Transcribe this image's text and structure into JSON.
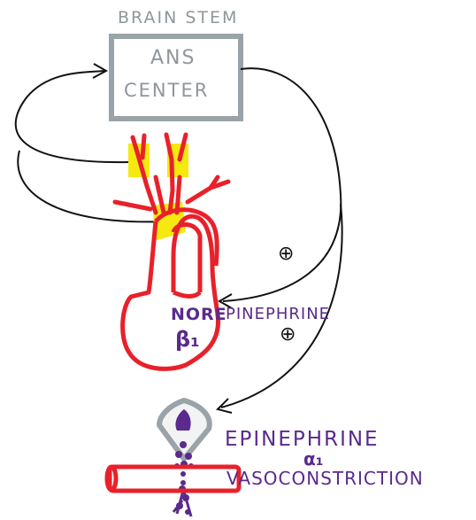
{
  "header": {
    "region_label": "BRAIN STEM"
  },
  "center_box": {
    "line1": "ANS",
    "line2": "CENTER"
  },
  "signals": {
    "plus_upper": "⊕",
    "plus_lower": "⊕"
  },
  "heart": {
    "neurotransmitter_prefix": "NORE",
    "neurotransmitter_suffix": "PINEPHRINE",
    "receptor": "β₁"
  },
  "adrenal": {
    "hormone": "EPINEPHRINE",
    "receptor": "α₁",
    "effect": "VASOCONSTRICTION"
  },
  "colors": {
    "box_border": "#9aa3a8",
    "box_text": "#8f979b",
    "artery_red": "#e8212a",
    "baroreceptor_yellow": "#f5e90f",
    "nerve_black": "#111111",
    "drug_purple": "#5a2a8c"
  }
}
